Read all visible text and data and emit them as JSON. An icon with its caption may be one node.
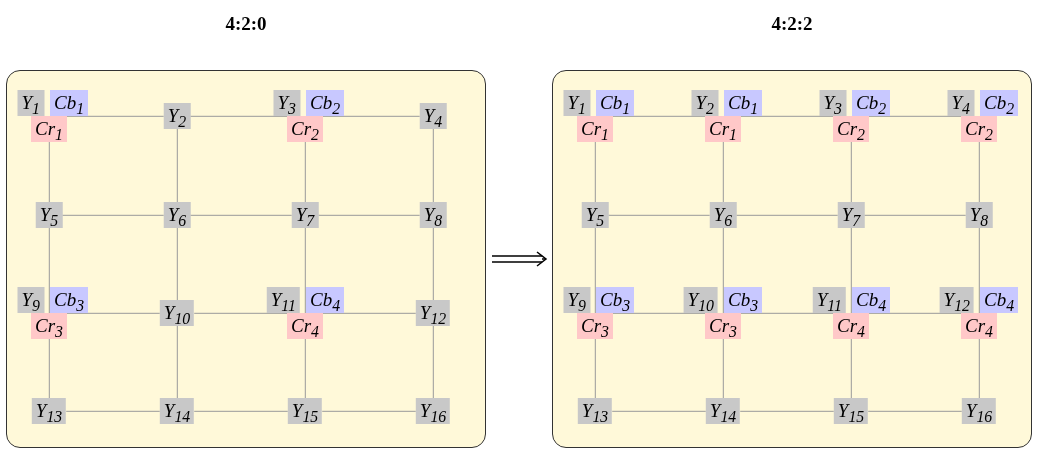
{
  "diagram": {
    "nodes": [
      {
        "text": [
          "4:2:0"
        ]
      },
      {
        "text": [
          "Y$_{1}$"
        ],
        "in": 0
      },
      {
        "text": [
          "Cb$_{1}$"
        ],
        "in": 0
      },
      {
        "text": [
          "Y$_{2}$"
        ],
        "in": 0
      },
      {
        "text": [
          "Y$_{3}$"
        ],
        "in": 0
      },
      {
        "text": [
          "Cb$_{2}$"
        ],
        "in": 0
      },
      {
        "text": [
          "Y$_{4}$"
        ],
        "in": 0
      },
      {
        "text": [
          "Cr$_{1}$"
        ],
        "in": 0
      },
      {
        "text": [
          "Cr$_{2}$"
        ],
        "in": 0
      },
      {
        "text": [
          "Y$_{5}$"
        ],
        "in": 0
      },
      {
        "text": [
          "Y$_{6}$"
        ],
        "in": 0
      },
      {
        "text": [
          "Y$_{7}$"
        ],
        "in": 0
      },
      {
        "text": [
          "Y$_{8}$"
        ],
        "in": 0
      },
      {
        "text": [
          "Y$_{9}$"
        ],
        "in": 0
      },
      {
        "text": [
          "Cb$_{3}$"
        ],
        "in": 0
      },
      {
        "text": [
          "Y$_{10}$"
        ],
        "in": 0
      },
      {
        "text": [
          "Y$_{11}$"
        ],
        "in": 0
      },
      {
        "text": [
          "Cb$_{4}$"
        ],
        "in": 0
      },
      {
        "text": [
          "Y$_{12}$"
        ],
        "in": 0
      },
      {
        "text": [
          "Cr$_{3}$"
        ],
        "in": 0
      },
      {
        "text": [
          "Cr$_{4}$"
        ],
        "in": 0
      },
      {
        "text": [
          "Y$_{13}$"
        ],
        "in": 0
      },
      {
        "text": [
          "Y$_{14}$"
        ],
        "in": 0
      },
      {
        "text": [
          "Y$_{15}$"
        ],
        "in": 0
      },
      {
        "text": [
          "Y$_{16}$"
        ],
        "in": 0
      },
      {
        "text": [
          "4:2:2"
        ]
      },
      {
        "text": [
          "Y$_{1}$"
        ],
        "in": 25
      },
      {
        "text": [
          "Cb$_{1}$"
        ],
        "in": 25
      },
      {
        "text": [
          "Y$_{2}$"
        ],
        "in": 25
      },
      {
        "text": [
          "Cb$_{1}$"
        ],
        "in": 25
      },
      {
        "text": [
          "Y$_{3}$"
        ],
        "in": 25
      },
      {
        "text": [
          "Cb$_{2}$"
        ],
        "in": 25
      },
      {
        "text": [
          "Y$_{4}$"
        ],
        "in": 25
      },
      {
        "text": [
          "Cb$_{2}$"
        ],
        "in": 25
      },
      {
        "text": [
          "Cr$_{1}$"
        ],
        "in": 25
      },
      {
        "text": [
          "Cr$_{1}$"
        ],
        "in": 25
      },
      {
        "text": [
          "Cr$_{2}$"
        ],
        "in": 25
      },
      {
        "text": [
          "Cr$_{2}$"
        ],
        "in": 25
      },
      {
        "text": [
          "Y$_{5}$"
        ],
        "in": 25
      },
      {
        "text": [
          "Y$_{6}$"
        ],
        "in": 25
      },
      {
        "text": [
          "Y$_{7}$"
        ],
        "in": 25
      },
      {
        "text": [
          "Y$_{8}$"
        ],
        "in": 25
      },
      {
        "text": [
          "Y$_{9}$"
        ],
        "in": 25
      },
      {
        "text": [
          "Cb$_{3}$"
        ],
        "in": 25
      },
      {
        "text": [
          "Y$_{10}$"
        ],
        "in": 25
      },
      {
        "text": [
          "Cb$_{3}$"
        ],
        "in": 25
      },
      {
        "text": [
          "Y$_{11}$"
        ],
        "in": 25
      },
      {
        "text": [
          "Cb$_{4}$"
        ],
        "in": 25
      },
      {
        "text": [
          "Y$_{12}$"
        ],
        "in": 25
      },
      {
        "text": [
          "Cb$_{4}$"
        ],
        "in": 25
      },
      {
        "text": [
          "Cr$_{3}$"
        ],
        "in": 25
      },
      {
        "text": [
          "Cr$_{3}$"
        ],
        "in": 25
      },
      {
        "text": [
          "Cr$_{4}$"
        ],
        "in": 25
      },
      {
        "text": [
          "Cr$_{4}$"
        ],
        "in": 25
      },
      {
        "text": [
          "Y$_{13}$"
        ],
        "in": 25
      },
      {
        "text": [
          "Y$_{14}$"
        ],
        "in": 25
      },
      {
        "text": [
          "Y$_{15}$"
        ],
        "in": 25
      },
      {
        "text": [
          "Y$_{16}$"
        ],
        "in": 25
      }
    ],
    "edges": [
      {
        "from": 7,
        "to": 3,
        "arrow": "none"
      },
      {
        "from": 3,
        "to": 8,
        "arrow": "none"
      },
      {
        "from": 8,
        "to": 6,
        "arrow": "none"
      },
      {
        "from": 9,
        "to": 10,
        "arrow": "none"
      },
      {
        "from": 10,
        "to": 11,
        "arrow": "none"
      },
      {
        "from": 11,
        "to": 12,
        "arrow": "none"
      },
      {
        "from": 19,
        "to": 15,
        "arrow": "none"
      },
      {
        "from": 15,
        "to": 20,
        "arrow": "none"
      },
      {
        "from": 20,
        "to": 18,
        "arrow": "none"
      },
      {
        "from": 21,
        "to": 22,
        "arrow": "none"
      },
      {
        "from": 22,
        "to": 23,
        "arrow": "none"
      },
      {
        "from": 23,
        "to": 24,
        "arrow": "none"
      },
      {
        "from": 7,
        "to": 9,
        "arrow": "none"
      },
      {
        "from": 9,
        "to": 19,
        "arrow": "none"
      },
      {
        "from": 19,
        "to": 21,
        "arrow": "none"
      },
      {
        "from": 3,
        "to": 10,
        "arrow": "none"
      },
      {
        "from": 10,
        "to": 15,
        "arrow": "none"
      },
      {
        "from": 15,
        "to": 22,
        "arrow": "none"
      },
      {
        "from": 8,
        "to": 11,
        "arrow": "none"
      },
      {
        "from": 11,
        "to": 20,
        "arrow": "none"
      },
      {
        "from": 20,
        "to": 23,
        "arrow": "none"
      },
      {
        "from": 6,
        "to": 12,
        "arrow": "none"
      },
      {
        "from": 12,
        "to": 18,
        "arrow": "none"
      },
      {
        "from": 18,
        "to": 24,
        "arrow": "none"
      },
      {
        "from": 0,
        "to": 25,
        "arrow": "to",
        "color": "#000000"
      },
      {
        "from": 34,
        "to": 35,
        "arrow": "none"
      },
      {
        "from": 35,
        "to": 36,
        "arrow": "none"
      },
      {
        "from": 36,
        "to": 37,
        "arrow": "none"
      },
      {
        "from": 38,
        "to": 39,
        "arrow": "none"
      },
      {
        "from": 39,
        "to": 40,
        "arrow": "none"
      },
      {
        "from": 40,
        "to": 41,
        "arrow": "none"
      },
      {
        "from": 50,
        "to": 51,
        "arrow": "none"
      },
      {
        "from": 51,
        "to": 52,
        "arrow": "none"
      },
      {
        "from": 52,
        "to": 53,
        "arrow": "none"
      },
      {
        "from": 54,
        "to": 55,
        "arrow": "none"
      },
      {
        "from": 55,
        "to": 56,
        "arrow": "none"
      },
      {
        "from": 56,
        "to": 57,
        "arrow": "none"
      },
      {
        "from": 34,
        "to": 38,
        "arrow": "none"
      },
      {
        "from": 38,
        "to": 50,
        "arrow": "none"
      },
      {
        "from": 50,
        "to": 54,
        "arrow": "none"
      },
      {
        "from": 35,
        "to": 39,
        "arrow": "none"
      },
      {
        "from": 39,
        "to": 51,
        "arrow": "none"
      },
      {
        "from": 51,
        "to": 55,
        "arrow": "none"
      },
      {
        "from": 36,
        "to": 40,
        "arrow": "none"
      },
      {
        "from": 40,
        "to": 52,
        "arrow": "none"
      },
      {
        "from": 52,
        "to": 56,
        "arrow": "none"
      },
      {
        "from": 37,
        "to": 41,
        "arrow": "none"
      },
      {
        "from": 41,
        "to": 53,
        "arrow": "none"
      },
      {
        "from": 53,
        "to": 57,
        "arrow": "none"
      }
    ]
  }
}
